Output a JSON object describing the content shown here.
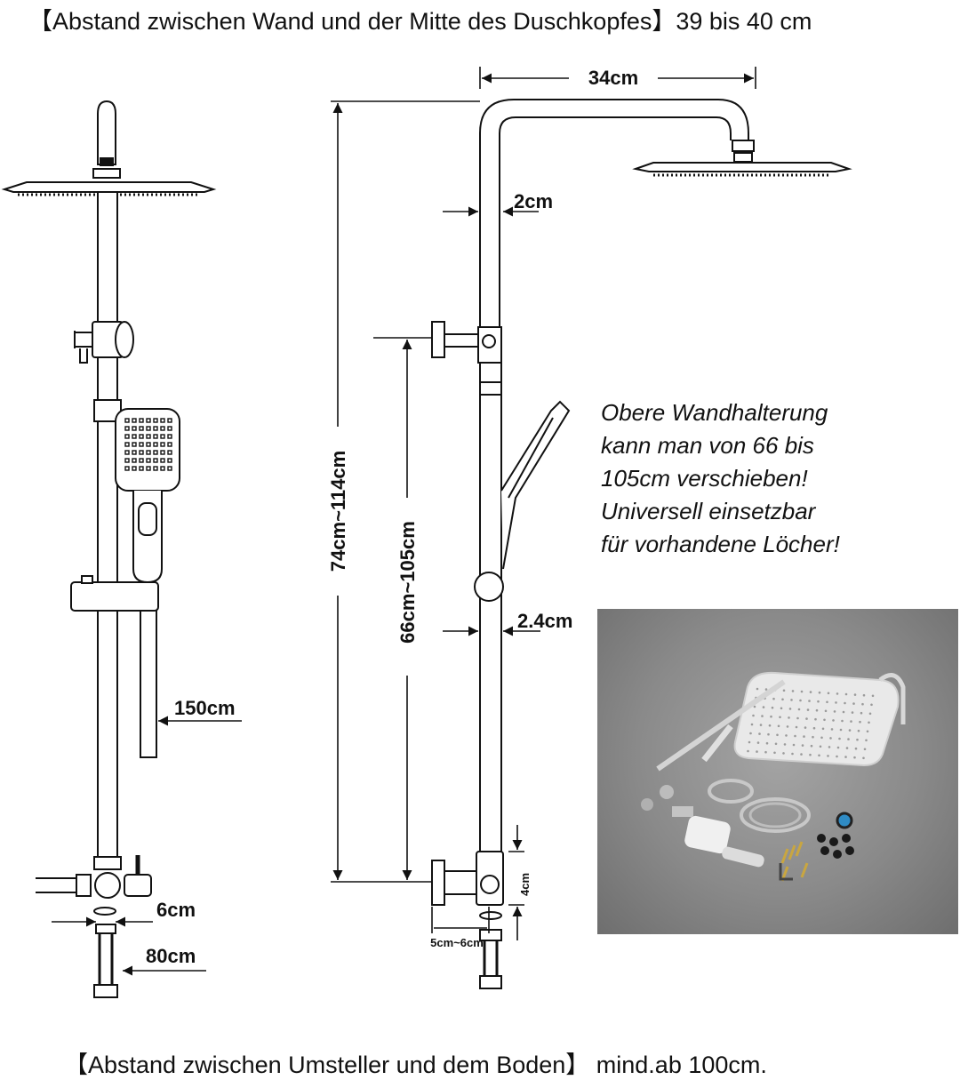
{
  "captions": {
    "top": "【Abstand zwischen Wand und der Mitte des Duschkopfes】39 bis 40 cm",
    "bottom": "【Abstand zwischen Umsteller und dem Boden】 mind.ab 100cm."
  },
  "dimensions": {
    "arm_length": "34cm",
    "pipe_upper": "2cm",
    "pipe_lower": "2.4cm",
    "total_height": "74cm~114cm",
    "bracket_range": "66cm~105cm",
    "hose_length": "150cm",
    "inlet_pipe": "6cm",
    "inlet_hose": "80cm",
    "valve_height": "4cm",
    "wall_distance": "5cm~6cm"
  },
  "note": {
    "lines": [
      "Obere Wandhalterung",
      "kann man von 66 bis",
      "105cm verschieben!",
      "Universell einsetzbar",
      "für vorhandene Löcher!"
    ]
  },
  "colors": {
    "line": "#111111",
    "photo_bg": "#8a8a8a"
  }
}
